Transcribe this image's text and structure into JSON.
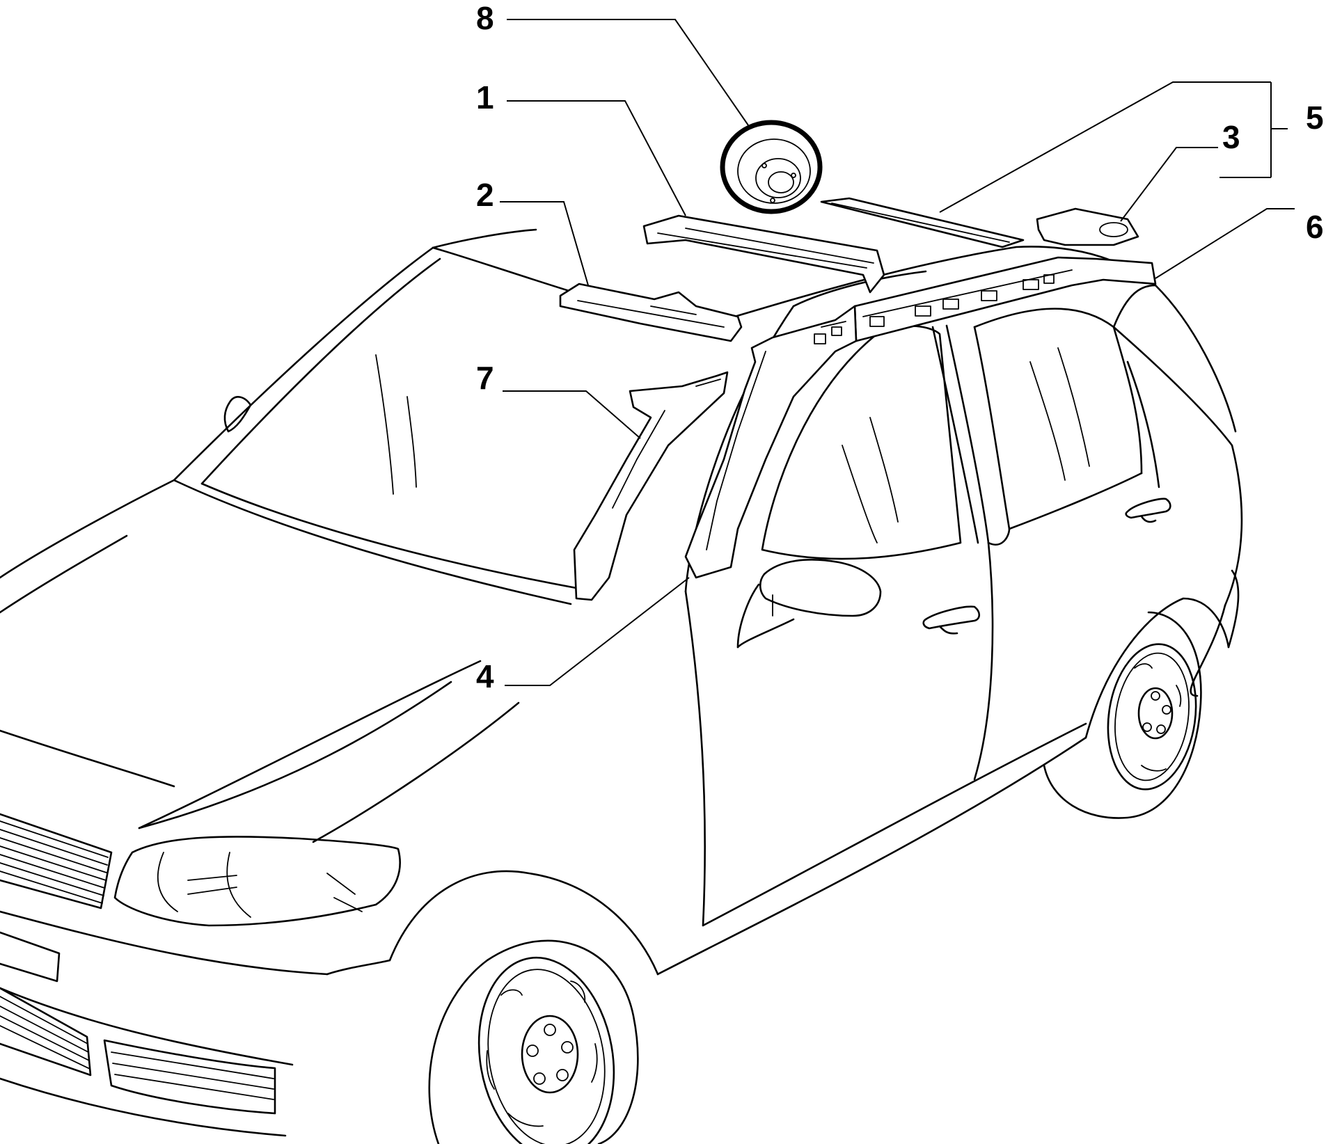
{
  "callouts": [
    {
      "id": "8",
      "label": "8",
      "part": "speaker"
    },
    {
      "id": "1",
      "label": "1",
      "part": "roof-front-crossmember"
    },
    {
      "id": "2",
      "label": "2",
      "part": "windshield-upper-crossmember"
    },
    {
      "id": "5",
      "label": "5",
      "part": "roof-side-rail-assembly"
    },
    {
      "id": "3",
      "label": "3",
      "part": "rear-roof-bracket"
    },
    {
      "id": "6",
      "label": "6",
      "part": "roof-side-rail"
    },
    {
      "id": "7",
      "label": "7",
      "part": "a-pillar-inner-left"
    },
    {
      "id": "4",
      "label": "4",
      "part": "a-pillar-right"
    }
  ],
  "colors": {
    "line": "#000000",
    "background": "#ffffff"
  }
}
